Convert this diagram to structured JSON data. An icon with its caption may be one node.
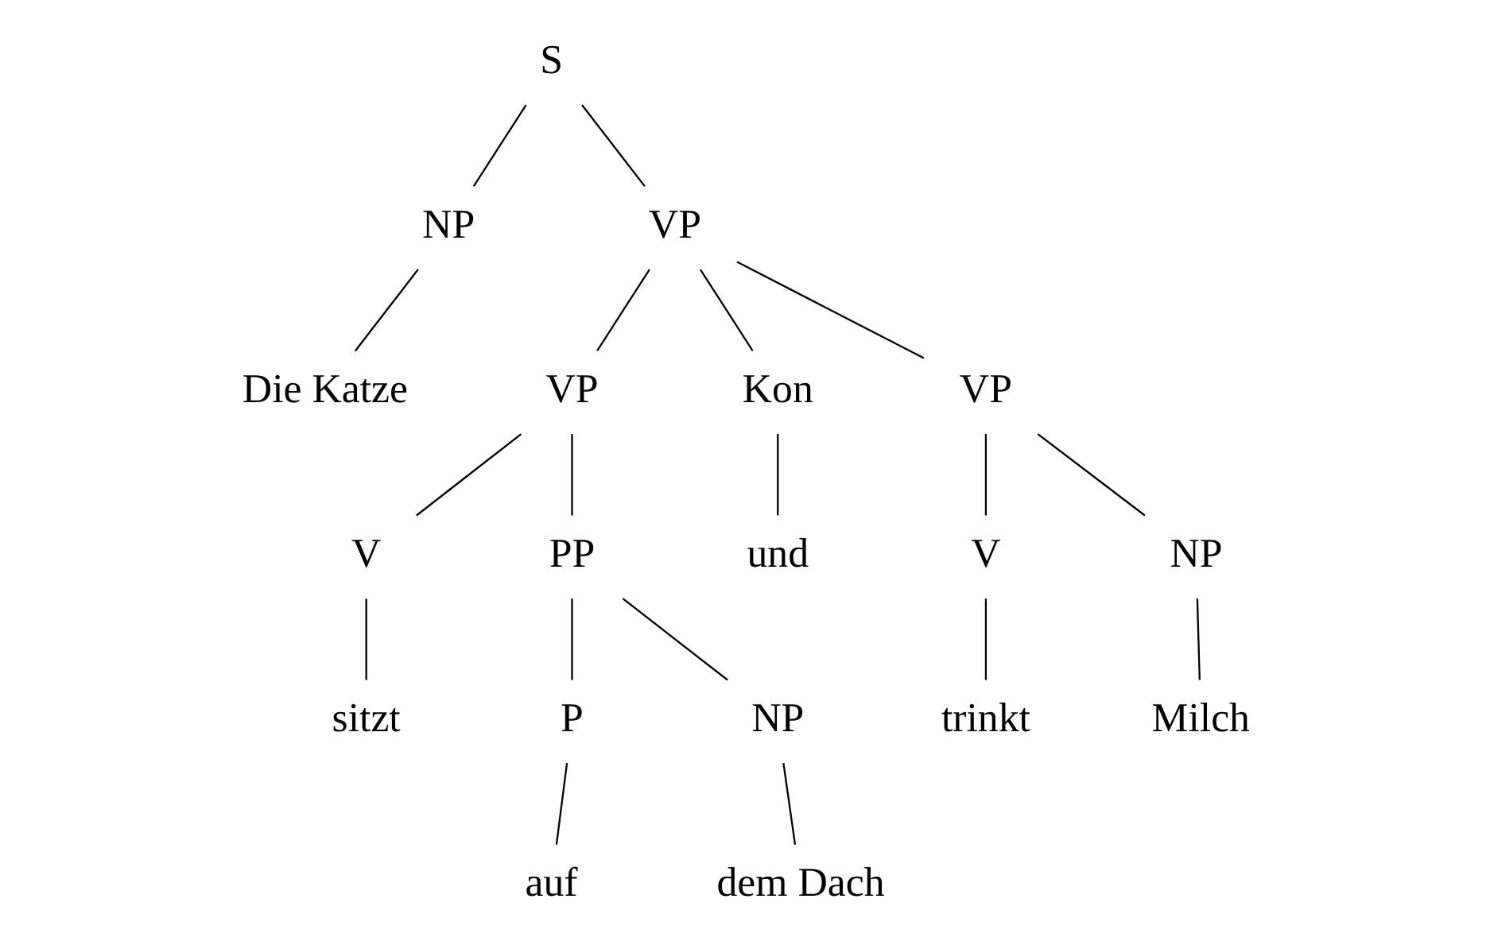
{
  "diagram": {
    "nodes": [
      {
        "text": [
          "S"
        ]
      },
      {
        "text": [
          "NP"
        ]
      },
      {
        "text": [
          "Die Katze"
        ]
      },
      {
        "text": [
          "VP"
        ]
      },
      {
        "text": [
          "VP"
        ]
      },
      {
        "text": [
          "V"
        ]
      },
      {
        "text": [
          "sitzt"
        ]
      },
      {
        "text": [
          "PP"
        ]
      },
      {
        "text": [
          "P"
        ]
      },
      {
        "text": [
          "auf"
        ]
      },
      {
        "text": [
          "NP"
        ]
      },
      {
        "text": [
          "dem Dach"
        ]
      },
      {
        "text": [
          "Kon"
        ]
      },
      {
        "text": [
          "und"
        ]
      },
      {
        "text": [
          "VP"
        ]
      },
      {
        "text": [
          "V"
        ]
      },
      {
        "text": [
          "trinkt"
        ]
      },
      {
        "text": [
          "NP"
        ]
      },
      {
        "text": [
          "Milch"
        ]
      }
    ],
    "edges": [
      {
        "from": 0,
        "to": 1,
        "arrow": "none"
      },
      {
        "from": 0,
        "to": 3,
        "arrow": "none"
      },
      {
        "from": 1,
        "to": 2,
        "arrow": "none"
      },
      {
        "from": 3,
        "to": 4,
        "arrow": "none"
      },
      {
        "from": 3,
        "to": 12,
        "arrow": "none"
      },
      {
        "from": 3,
        "to": 14,
        "arrow": "none"
      },
      {
        "from": 4,
        "to": 5,
        "arrow": "none"
      },
      {
        "from": 4,
        "to": 7,
        "arrow": "none"
      },
      {
        "from": 5,
        "to": 6,
        "arrow": "none"
      },
      {
        "from": 7,
        "to": 8,
        "arrow": "none"
      },
      {
        "from": 7,
        "to": 10,
        "arrow": "none"
      },
      {
        "from": 8,
        "to": 9,
        "arrow": "none"
      },
      {
        "from": 10,
        "to": 11,
        "arrow": "none"
      },
      {
        "from": 12,
        "to": 13,
        "arrow": "none"
      },
      {
        "from": 14,
        "to": 15,
        "arrow": "none"
      },
      {
        "from": 14,
        "to": 17,
        "arrow": "none"
      },
      {
        "from": 15,
        "to": 16,
        "arrow": "none"
      },
      {
        "from": 17,
        "to": 18,
        "arrow": "none"
      }
    ]
  }
}
